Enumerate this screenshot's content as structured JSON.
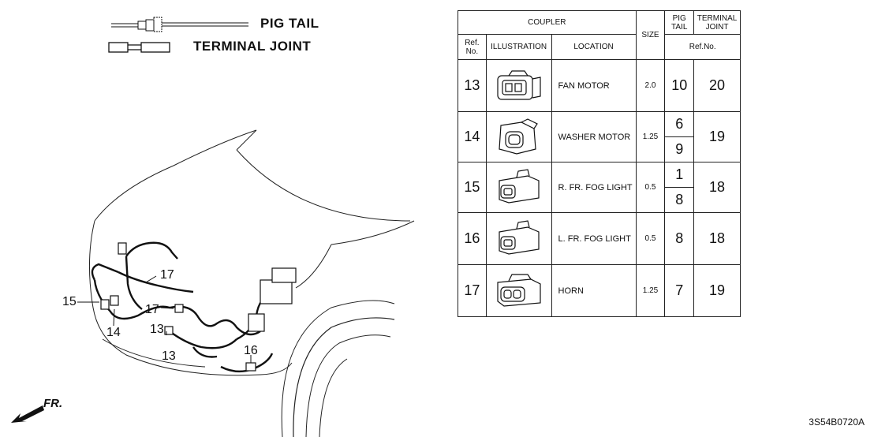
{
  "legend": {
    "pig_tail": "PIG TAIL",
    "terminal_joint": "TERMINAL JOINT"
  },
  "callouts": {
    "c15": "15",
    "c14": "14",
    "c17a": "17",
    "c17b": "17",
    "c13a": "13",
    "c13b": "13",
    "c16": "16"
  },
  "direction": "FR.",
  "diagram_code": "3S54B0720A",
  "table": {
    "header_coupler": "COUPLER",
    "header_size": "SIZE",
    "header_pig_tail": "PIG TAIL",
    "header_terminal_joint": "TERMINAL JOINT",
    "header_ref_no": "Ref. No.",
    "header_illustration": "ILLUSTRATION",
    "header_location": "LOCATION",
    "header_ref_no2": "Ref.No.",
    "rows": [
      {
        "ref": "13",
        "location": "FAN MOTOR",
        "size": "2.0",
        "pig": [
          "10"
        ],
        "joint": "20"
      },
      {
        "ref": "14",
        "location": "WASHER MOTOR",
        "size": "1.25",
        "pig": [
          "6",
          "9"
        ],
        "joint": "19"
      },
      {
        "ref": "15",
        "location": "R. FR. FOG LIGHT",
        "size": "0.5",
        "pig": [
          "1",
          "8"
        ],
        "joint": "18"
      },
      {
        "ref": "16",
        "location": "L. FR. FOG LIGHT",
        "size": "0.5",
        "pig": [
          "8"
        ],
        "joint": "18"
      },
      {
        "ref": "17",
        "location": "HORN",
        "size": "1.25",
        "pig": [
          "7"
        ],
        "joint": "19"
      }
    ]
  }
}
